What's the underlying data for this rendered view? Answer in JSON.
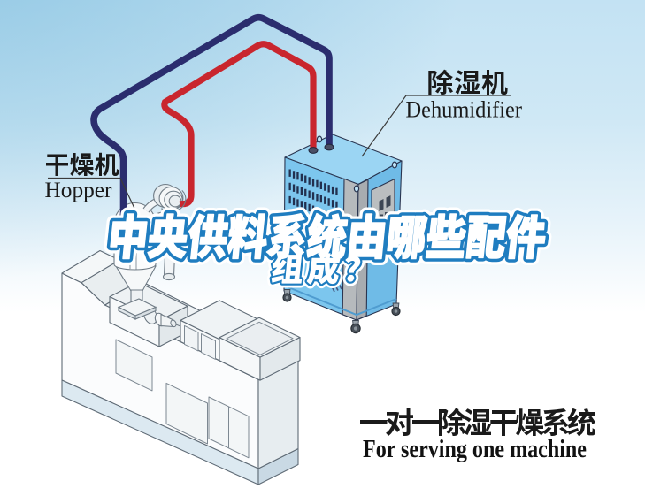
{
  "poster": {
    "headline_line1": "中央供料系统由哪些配件",
    "headline_line2": "组成？",
    "headline_fill": "#ffffff",
    "headline_stroke": "#1f7dc0",
    "labels": {
      "hopper_cn": "干燥机",
      "hopper_en": "Hopper",
      "dehumidifier_cn": "除湿机",
      "dehumidifier_en": "Dehumidifier"
    },
    "caption_cn": "一对一除湿干燥系统",
    "caption_en": "For serving one machine",
    "colors": {
      "background_top": "#a3d3e9",
      "background_bottom": "#ffffff",
      "dehumidifier_body": "#7cc6ee",
      "hose_return": "#2b2d6e",
      "hose_supply": "#c9262e",
      "label_text": "#1a1a1a"
    }
  }
}
